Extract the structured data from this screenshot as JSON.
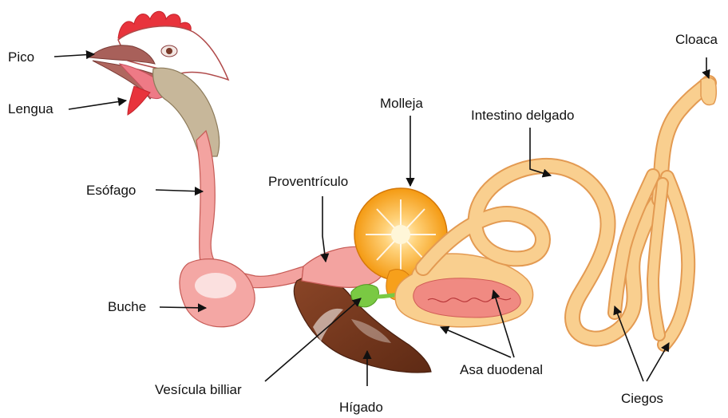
{
  "diagram": {
    "labels": {
      "pico": "Pico",
      "lengua": "Lengua",
      "esofago": "Esófago",
      "buche": "Buche",
      "proventriculo": "Proventrículo",
      "molleja": "Molleja",
      "intestino": "Intestino delgado",
      "cloaca": "Cloaca",
      "vesicula": "Vesícula billiar",
      "higado": "Hígado",
      "asa": "Asa duodenal",
      "ciegos": "Ciegos"
    }
  },
  "colors": {
    "comb": "#e8333c",
    "head_outline": "#b04a4a",
    "beak": "#a8605a",
    "neck": "#c7b79a",
    "esophagus": "#f3a3a0",
    "gizzard": "#f7a01b",
    "gizzard_center": "#fff1c2",
    "intestine": "#f9cf8f",
    "intestine_outline": "#e39a52",
    "duodenum_loop_inner": "#f08a82",
    "liver": "#7b3a20",
    "gallbladder": "#7ac943",
    "arrow": "#111111"
  }
}
